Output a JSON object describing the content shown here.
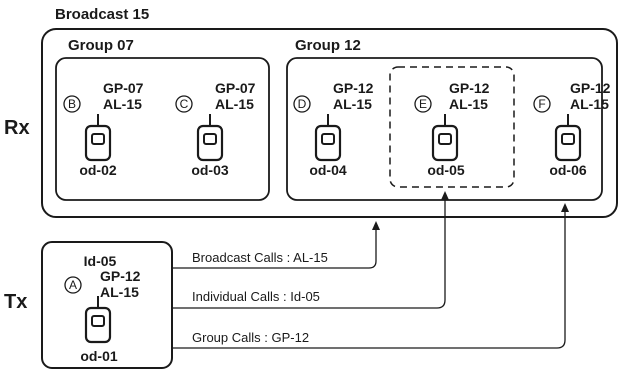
{
  "broadcast_title": "Broadcast 15",
  "rx_label": "Rx",
  "tx_label": "Tx",
  "groups": [
    {
      "name": "Group 07"
    },
    {
      "name": "Group 12"
    }
  ],
  "receivers": [
    {
      "letter": "B",
      "gp": "GP-07",
      "al": "AL-15",
      "od": "od-02"
    },
    {
      "letter": "C",
      "gp": "GP-07",
      "al": "AL-15",
      "od": "od-03"
    },
    {
      "letter": "D",
      "gp": "GP-12",
      "al": "AL-15",
      "od": "od-04"
    },
    {
      "letter": "E",
      "gp": "GP-12",
      "al": "AL-15",
      "od": "od-05",
      "highlighted": true
    },
    {
      "letter": "F",
      "gp": "GP-12",
      "al": "AL-15",
      "od": "od-06"
    }
  ],
  "transmitter": {
    "letter": "A",
    "id": "Id-05",
    "gp": "GP-12",
    "al": "AL-15",
    "od": "od-01"
  },
  "calls": [
    {
      "label": "Broadcast Calls : AL-15"
    },
    {
      "label": "Individual Calls : Id-05"
    },
    {
      "label": "Group Calls : GP-12"
    }
  ]
}
